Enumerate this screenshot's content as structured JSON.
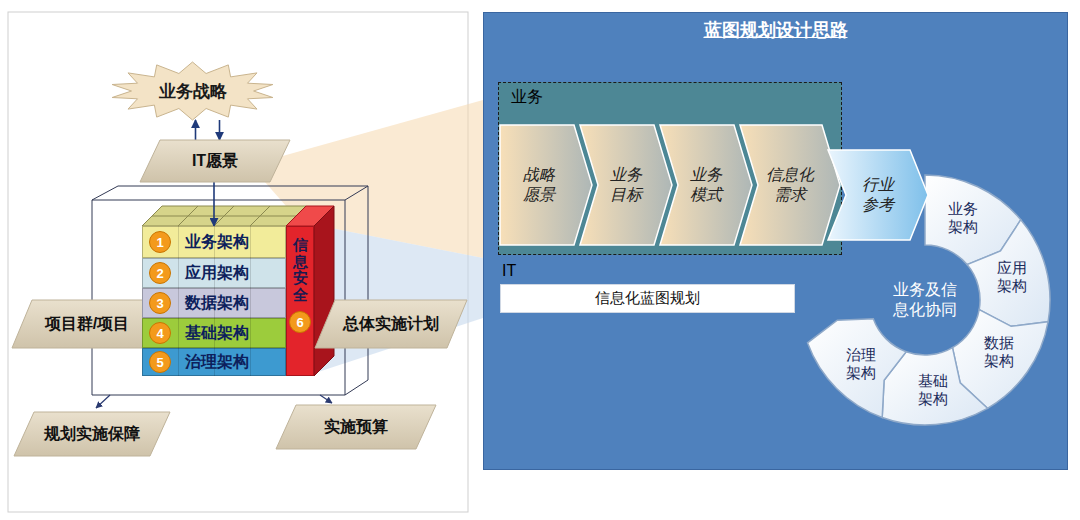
{
  "diagram": {
    "nodes": [
      {
        "text": [
          "业务战略"
        ]
      },
      {
        "text": [
          "IT愿景"
        ]
      },
      {
        "text": [
          "项目群/项目"
        ]
      },
      {
        "text": [
          "总体实施计划"
        ]
      },
      {
        "text": [
          "1",
          "业务架构"
        ]
      },
      {
        "text": [
          "2",
          "应用架构"
        ]
      },
      {
        "text": [
          "3",
          "数据架构"
        ]
      },
      {
        "text": [
          "4",
          "基础架构"
        ]
      },
      {
        "text": [
          "5",
          "治理架构"
        ]
      },
      {
        "text": [
          "信息安全",
          "6"
        ]
      },
      {
        "text": [
          "规划实施保障"
        ]
      },
      {
        "text": [
          "实施预算"
        ]
      },
      {
        "text": [
          "蓝图规划设计思路"
        ]
      },
      {
        "text": [
          "业务"
        ],
        "in": 12
      },
      {
        "text": [
          "战略愿景"
        ],
        "in": 13
      },
      {
        "text": [
          "业务目标"
        ],
        "in": 13
      },
      {
        "text": [
          "业务模式"
        ],
        "in": 13
      },
      {
        "text": [
          "信息化需求"
        ],
        "in": 13
      },
      {
        "text": [
          "行业参考"
        ],
        "in": 12
      },
      {
        "text": [
          "信息化蓝图规划"
        ],
        "in": 12
      },
      {
        "text": [
          "业务架构"
        ],
        "in": 12
      },
      {
        "text": [
          "应用架构"
        ],
        "in": 12
      },
      {
        "text": [
          "数据架构"
        ],
        "in": 12
      },
      {
        "text": [
          "基础架构"
        ],
        "in": 12
      },
      {
        "text": [
          "治理架构"
        ],
        "in": 12
      },
      {
        "text": [
          "业务及信息化协同"
        ],
        "in": 12
      }
    ],
    "edges": [
      {
        "from": 1,
        "to": 0,
        "arrow": "to"
      },
      {
        "from": 0,
        "to": 1,
        "arrow": "to"
      },
      {
        "from": 1,
        "to": 4,
        "arrow": "to"
      }
    ],
    "labels": [
      "IT"
    ]
  }
}
